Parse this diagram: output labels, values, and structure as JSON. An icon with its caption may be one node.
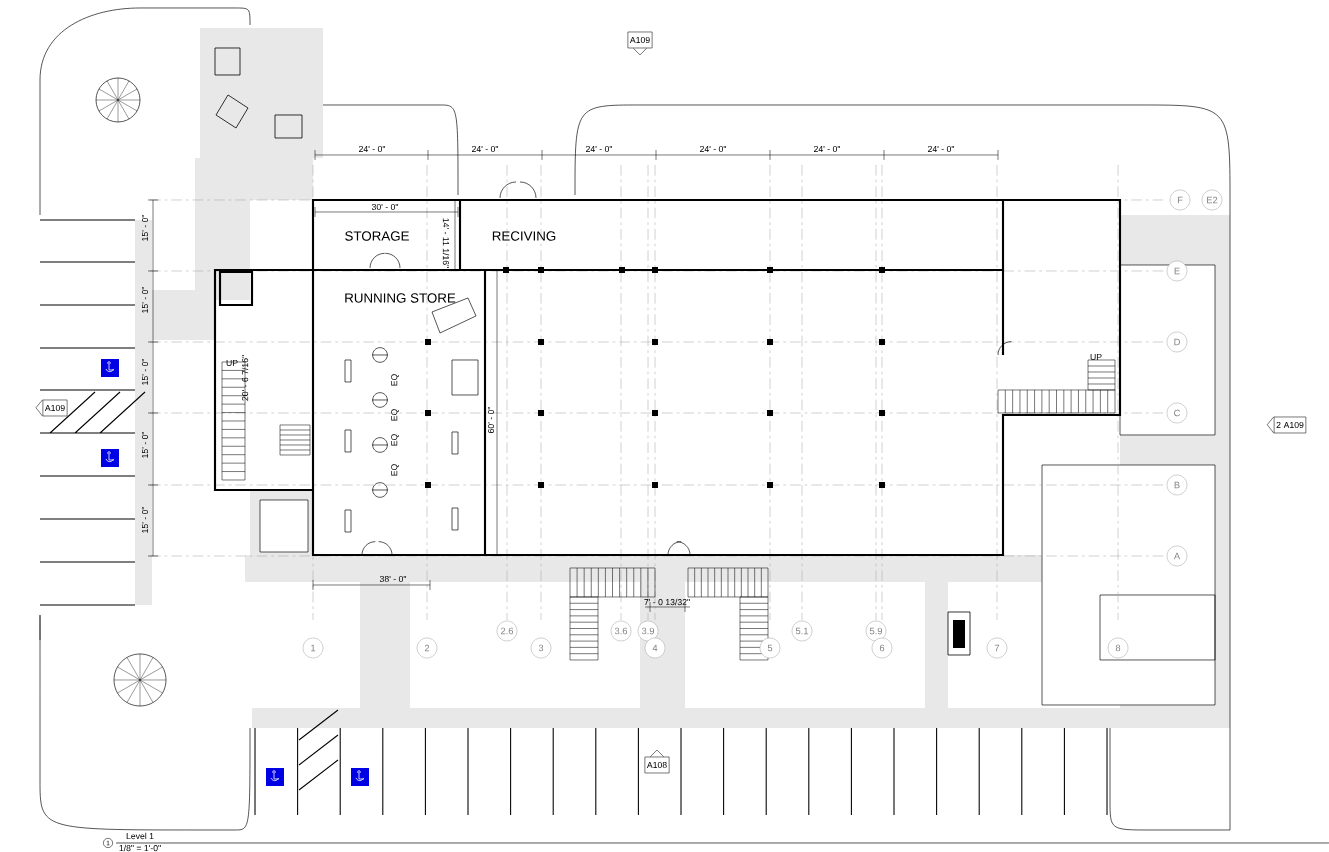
{
  "diagram": {
    "nodes": [
      {
        "text": [
          "STORAGE"
        ]
      },
      {
        "text": [
          "RECIVING"
        ]
      },
      {
        "text": [
          "RUNNING STORE"
        ]
      },
      {
        "text": [
          "1"
        ]
      },
      {
        "text": [
          "2"
        ]
      },
      {
        "text": [
          "2.6"
        ]
      },
      {
        "text": [
          "3"
        ]
      },
      {
        "text": [
          "3.6"
        ]
      },
      {
        "text": [
          "3.9"
        ]
      },
      {
        "text": [
          "4"
        ]
      },
      {
        "text": [
          "5"
        ]
      },
      {
        "text": [
          "5.1"
        ]
      },
      {
        "text": [
          "5.9"
        ]
      },
      {
        "text": [
          "6"
        ]
      },
      {
        "text": [
          "7"
        ]
      },
      {
        "text": [
          "8"
        ]
      },
      {
        "text": [
          "F"
        ]
      },
      {
        "text": [
          "E2"
        ]
      },
      {
        "text": [
          "E"
        ]
      },
      {
        "text": [
          "D"
        ]
      },
      {
        "text": [
          "C"
        ]
      },
      {
        "text": [
          "B"
        ]
      },
      {
        "text": [
          "A"
        ]
      },
      {
        "text": [
          "A109"
        ]
      },
      {
        "text": [
          "A109"
        ]
      },
      {
        "text": [
          "2",
          "A109"
        ]
      },
      {
        "text": [
          "A108"
        ]
      },
      {
        "text": [
          "1"
        ]
      }
    ],
    "labels": [
      "24' - 0\"",
      "24' - 0\"",
      "24' - 0\"",
      "24' - 0\"",
      "24' - 0\"",
      "24' - 0\"",
      "30' - 0\"",
      "14' - 11 1/16\"",
      "15' - 0\"",
      "15' - 0\"",
      "15' - 0\"",
      "15' - 0\"",
      "15' - 0\"",
      "UP",
      "20' - 6 7/16\"",
      "EQ",
      "EQ",
      "EQ",
      "EQ",
      "60' - 0\"",
      "UP",
      "38' - 0\"",
      "7' - 0 13/32\"",
      "Level 1",
      "1/8\" = 1'-0\""
    ]
  }
}
